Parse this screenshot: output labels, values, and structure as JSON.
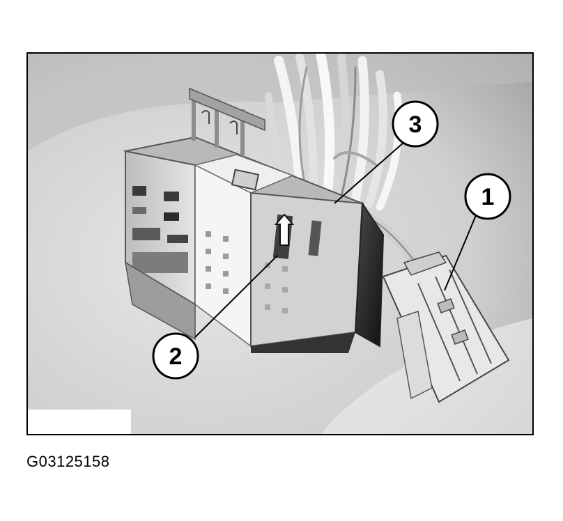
{
  "figure": {
    "id": "G03125158",
    "callouts": [
      {
        "number": "1"
      },
      {
        "number": "2"
      },
      {
        "number": "3"
      }
    ]
  },
  "colors": {
    "frame": "#000000",
    "background": "#ffffff",
    "photo_base": "#d8d8d8"
  }
}
